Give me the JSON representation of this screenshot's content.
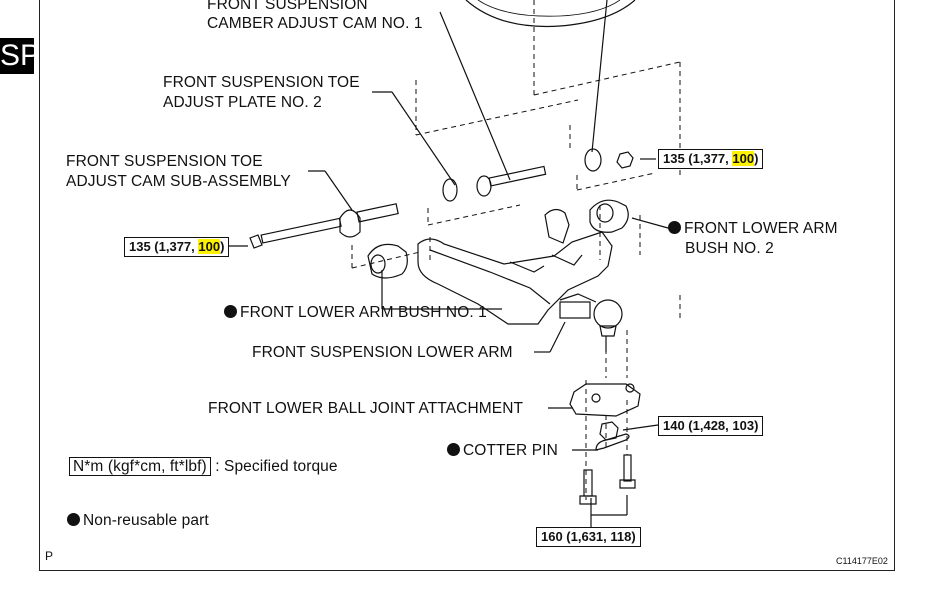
{
  "side_tab": "SP",
  "labels": {
    "camber_cam": [
      "FRONT SUSPENSION",
      "CAMBER ADJUST CAM NO. 1"
    ],
    "toe_plate": [
      "FRONT SUSPENSION TOE",
      "ADJUST PLATE NO. 2"
    ],
    "toe_cam": [
      "FRONT SUSPENSION TOE",
      "ADJUST CAM SUB-ASSEMBLY"
    ],
    "bush2": [
      "FRONT LOWER ARM",
      "BUSH NO. 2"
    ],
    "bush1": "FRONT LOWER ARM BUSH NO. 1",
    "lower_arm": "FRONT SUSPENSION LOWER ARM",
    "ball_joint": "FRONT LOWER BALL JOINT ATTACHMENT",
    "cotter_pin": "COTTER PIN"
  },
  "torques": {
    "upper_right": {
      "pre": "135 (1,377, ",
      "hl": "100",
      "post": ")"
    },
    "left": {
      "pre": "135 (1,377, ",
      "hl": "100",
      "post": ")"
    },
    "nut": "140 (1,428, 103)",
    "bolts": "160 (1,631, 118)"
  },
  "legend": {
    "unit_box": "N*m (kgf*cm, ft*lbf)",
    "unit_text": ": Specified torque",
    "nonreusable": "Non-reusable part"
  },
  "footer": {
    "left": "P",
    "code": "C114177E02"
  },
  "colors": {
    "highlight": "#fff200",
    "ink": "#111111"
  }
}
